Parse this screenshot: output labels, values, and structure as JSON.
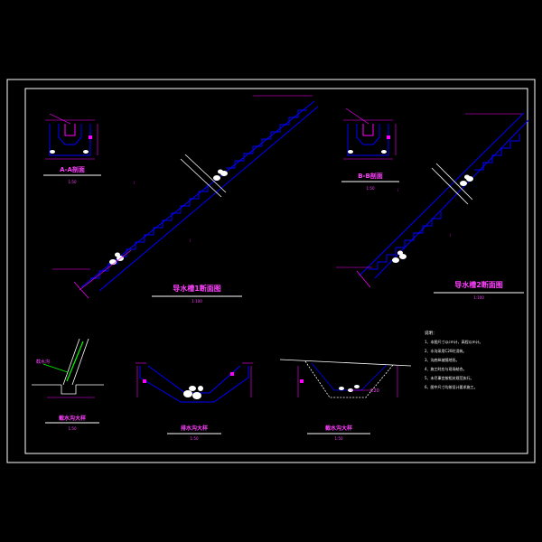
{
  "views": {
    "section_aa": {
      "title": "A-A剖面",
      "scale": "1:50"
    },
    "section_bb": {
      "title": "B-B剖面",
      "scale": "1:50"
    },
    "long_left": {
      "title": "导水槽1断面图",
      "scale": "1:100"
    },
    "long_right": {
      "title": "导水槽2断面图",
      "scale": "1:100"
    },
    "detail_1": {
      "title": "截水沟大样",
      "scale": "1:50"
    },
    "detail_2": {
      "title": "排水沟大样",
      "scale": "1:50"
    },
    "detail_3": {
      "title": "截水沟大样",
      "scale": "1:50"
    },
    "detail_3_callout": "C20",
    "detail_1_callout": "截水沟"
  },
  "notes": {
    "heading": "说明：",
    "items": [
      "1、本图尺寸以cm计，高程以m计。",
      "2、水沟采用C20砼浇筑。",
      "3、沟底纵坡随地形。",
      "4、施工时应与现场结合。",
      "5、未尽事宜按相关规范执行。",
      "6、图中尺寸均按设计要求施工。"
    ]
  },
  "colors": {
    "background": "#000000",
    "frame": "#ffffff",
    "outline": "#0000ff",
    "dimension": "#ff00ff",
    "label": "#ff40ff",
    "notes": "#ffffff"
  }
}
